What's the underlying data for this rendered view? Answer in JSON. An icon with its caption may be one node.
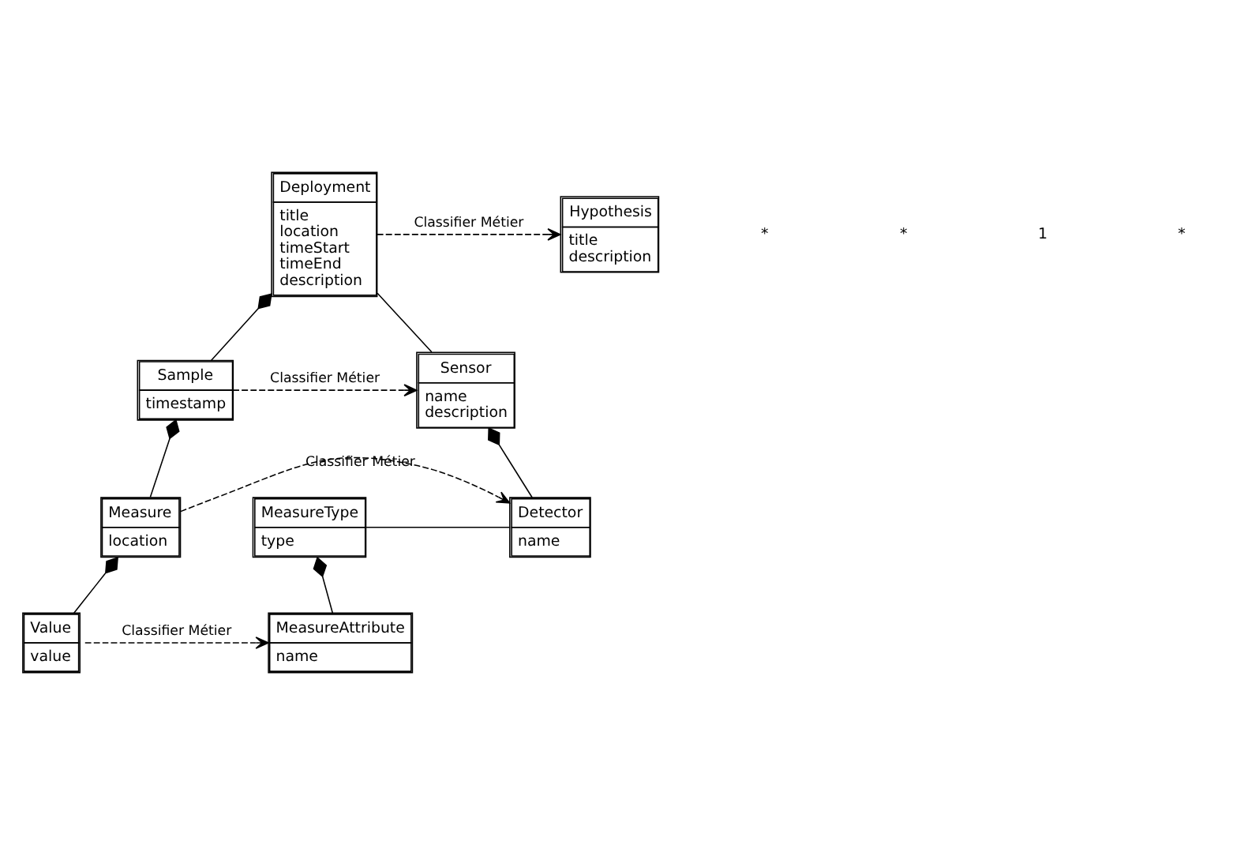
{
  "diagram": {
    "nodes": [
      {
        "text": [
          "Hypothesis",
          "title",
          "description"
        ]
      },
      {
        "text": [
          "Deployment",
          "title",
          "location",
          "timeStart",
          "timeEnd",
          "description"
        ]
      },
      {
        "text": [
          "Sensor",
          "name",
          "description"
        ]
      },
      {
        "text": [
          "Sample",
          "timestamp"
        ]
      },
      {
        "text": [
          "MeasureType",
          "type"
        ]
      },
      {
        "text": [
          "Detector",
          "name"
        ]
      },
      {
        "text": [
          "Measure",
          "location"
        ]
      },
      {
        "text": [
          "MeasureAttribute",
          "name"
        ]
      },
      {
        "text": [
          "Value",
          "value"
        ]
      }
    ],
    "edges": [
      {
        "from": 1,
        "to": 0,
        "arrow": "to",
        "style": "dashed",
        "label": "Classifier Métier"
      },
      {
        "from": 1,
        "to": 2,
        "arrow": "none"
      },
      {
        "from": 1,
        "to": 3,
        "arrow": "other"
      },
      {
        "from": 3,
        "to": 2,
        "arrow": "to",
        "style": "dashed",
        "label": "Classifier Métier"
      },
      {
        "from": 2,
        "to": 5,
        "arrow": "other"
      },
      {
        "from": 3,
        "to": 6,
        "arrow": "other"
      },
      {
        "from": 4,
        "to": 5,
        "arrow": "none"
      },
      {
        "from": 6,
        "to": 5,
        "arrow": "to",
        "style": "dashed",
        "label": "Classifier Métier"
      },
      {
        "from": 4,
        "to": 7,
        "arrow": "other"
      },
      {
        "from": 6,
        "to": 8,
        "arrow": "other"
      },
      {
        "from": 8,
        "to": 7,
        "arrow": "to",
        "style": "dashed",
        "label": "Classifier Métier"
      }
    ],
    "labels": [
      "*",
      "*",
      "1",
      "*"
    ]
  }
}
